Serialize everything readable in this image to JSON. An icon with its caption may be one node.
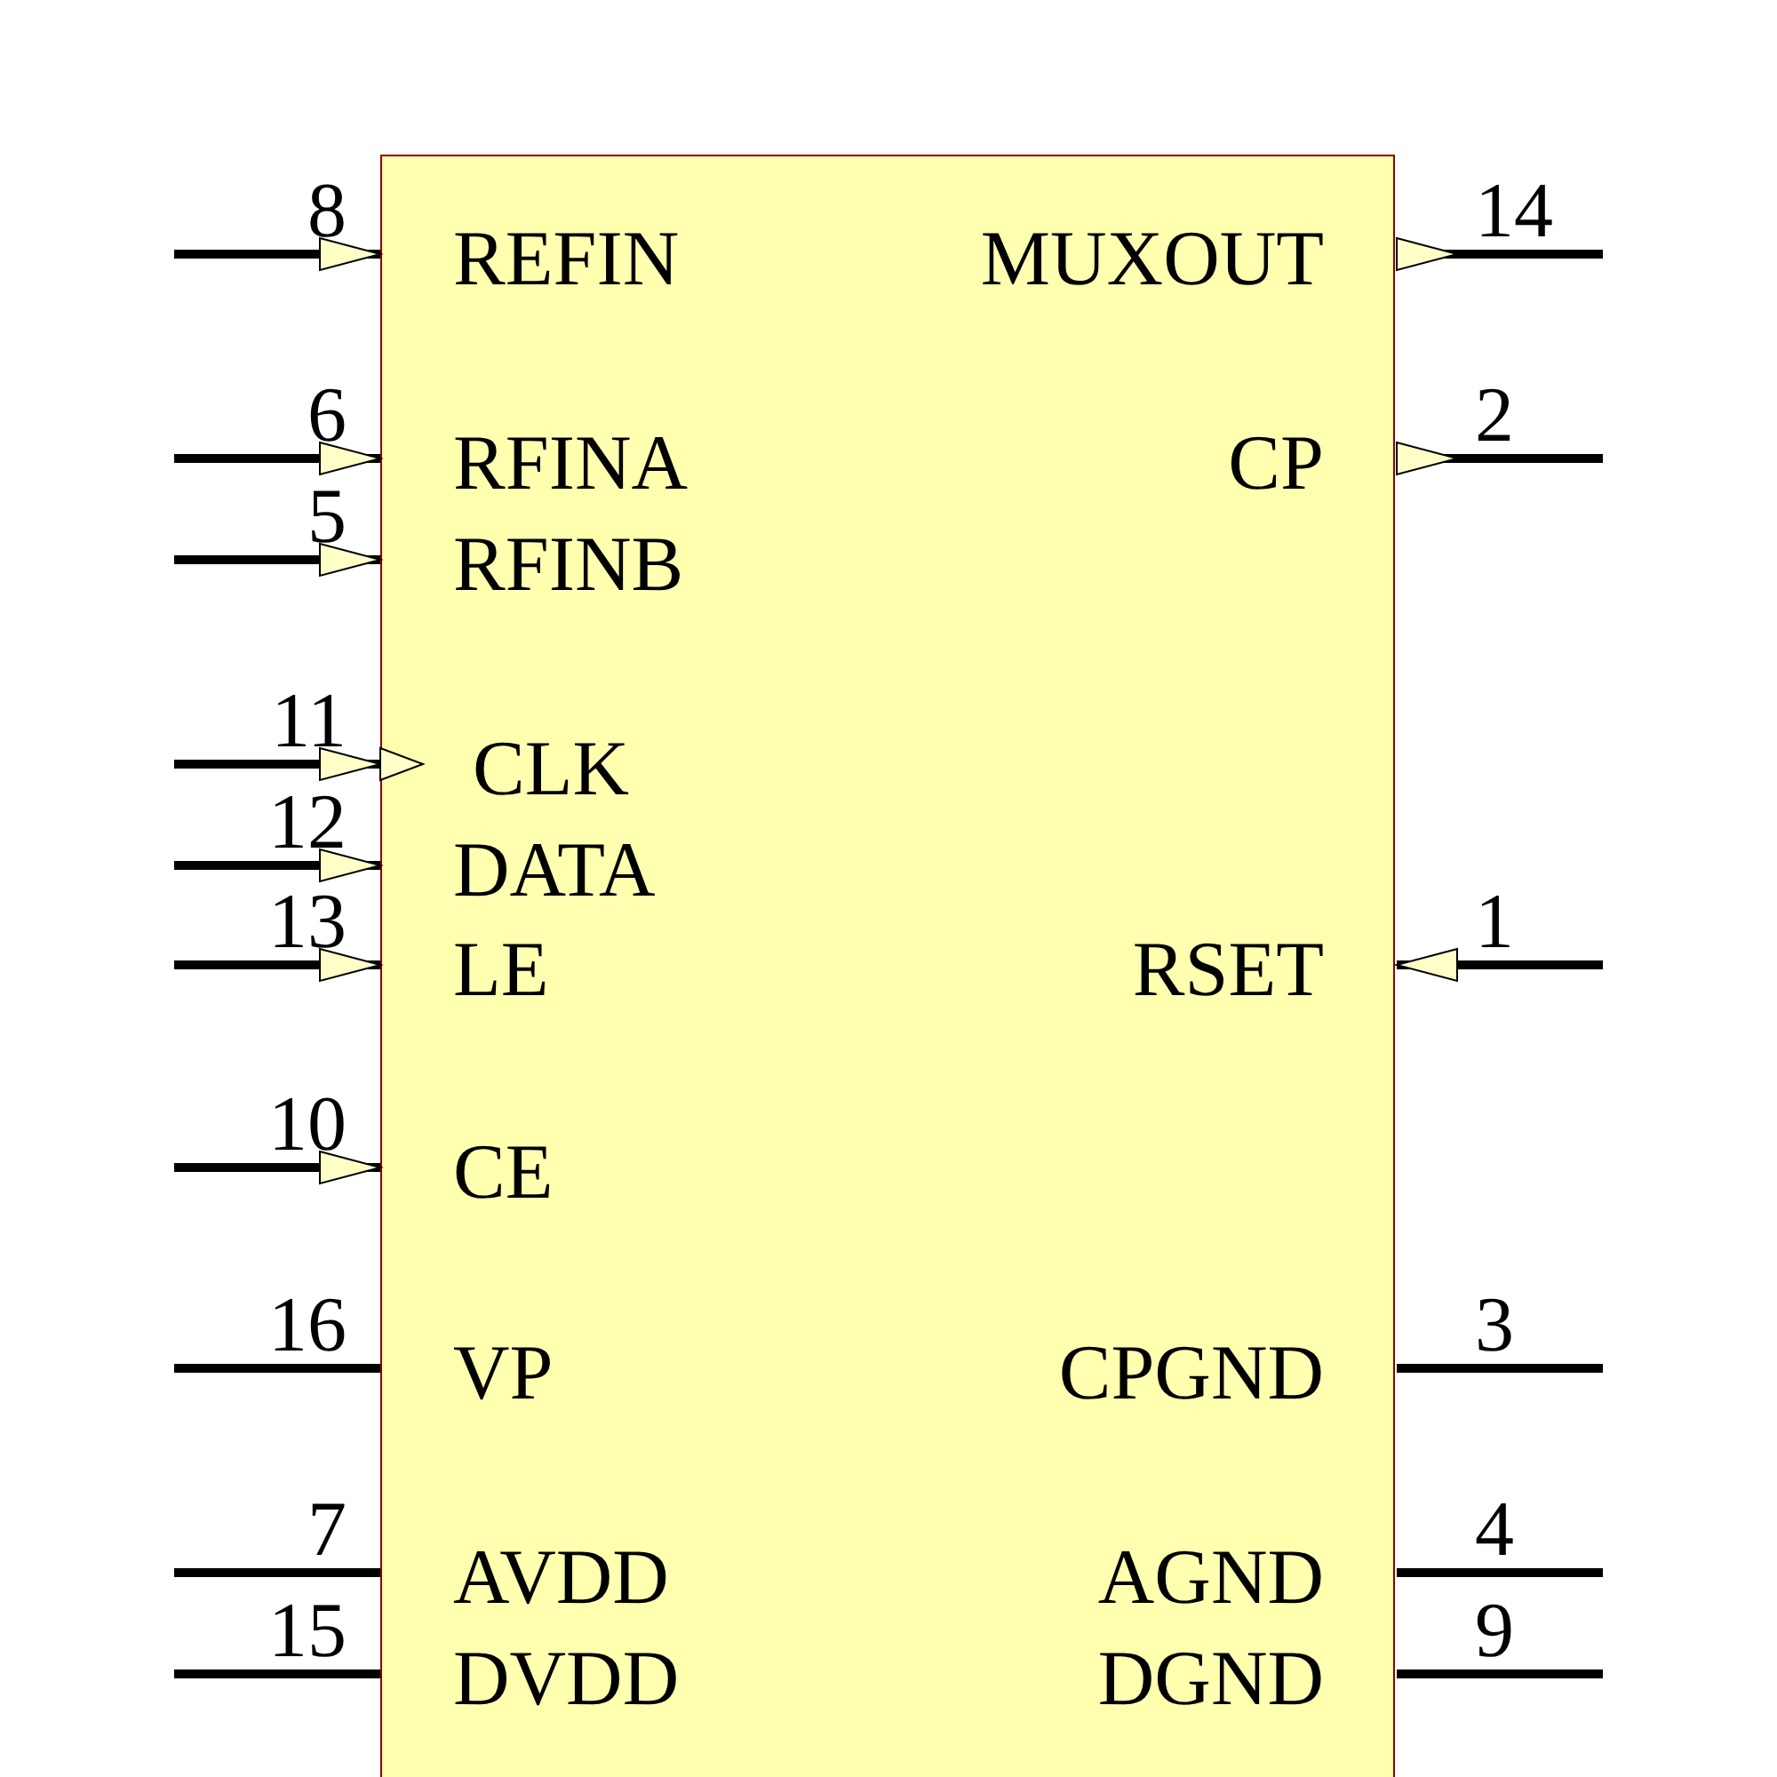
{
  "diagram": {
    "nodes": [
      {
        "text": [],
        "shape": "box"
      }
    ],
    "labels": [
      "8",
      "REFIN",
      "MUXOUT",
      "14",
      "6",
      "RFINA",
      "CP",
      "2",
      "5",
      "RFINB",
      "11",
      "CLK",
      "12",
      "DATA",
      "13",
      "LE",
      "RSET",
      "1",
      "10",
      "CE",
      "16",
      "VP",
      "CPGND",
      "3",
      "7",
      "AVDD",
      "AGND",
      "4",
      "15",
      "DVDD",
      "DGND",
      "9"
    ]
  }
}
